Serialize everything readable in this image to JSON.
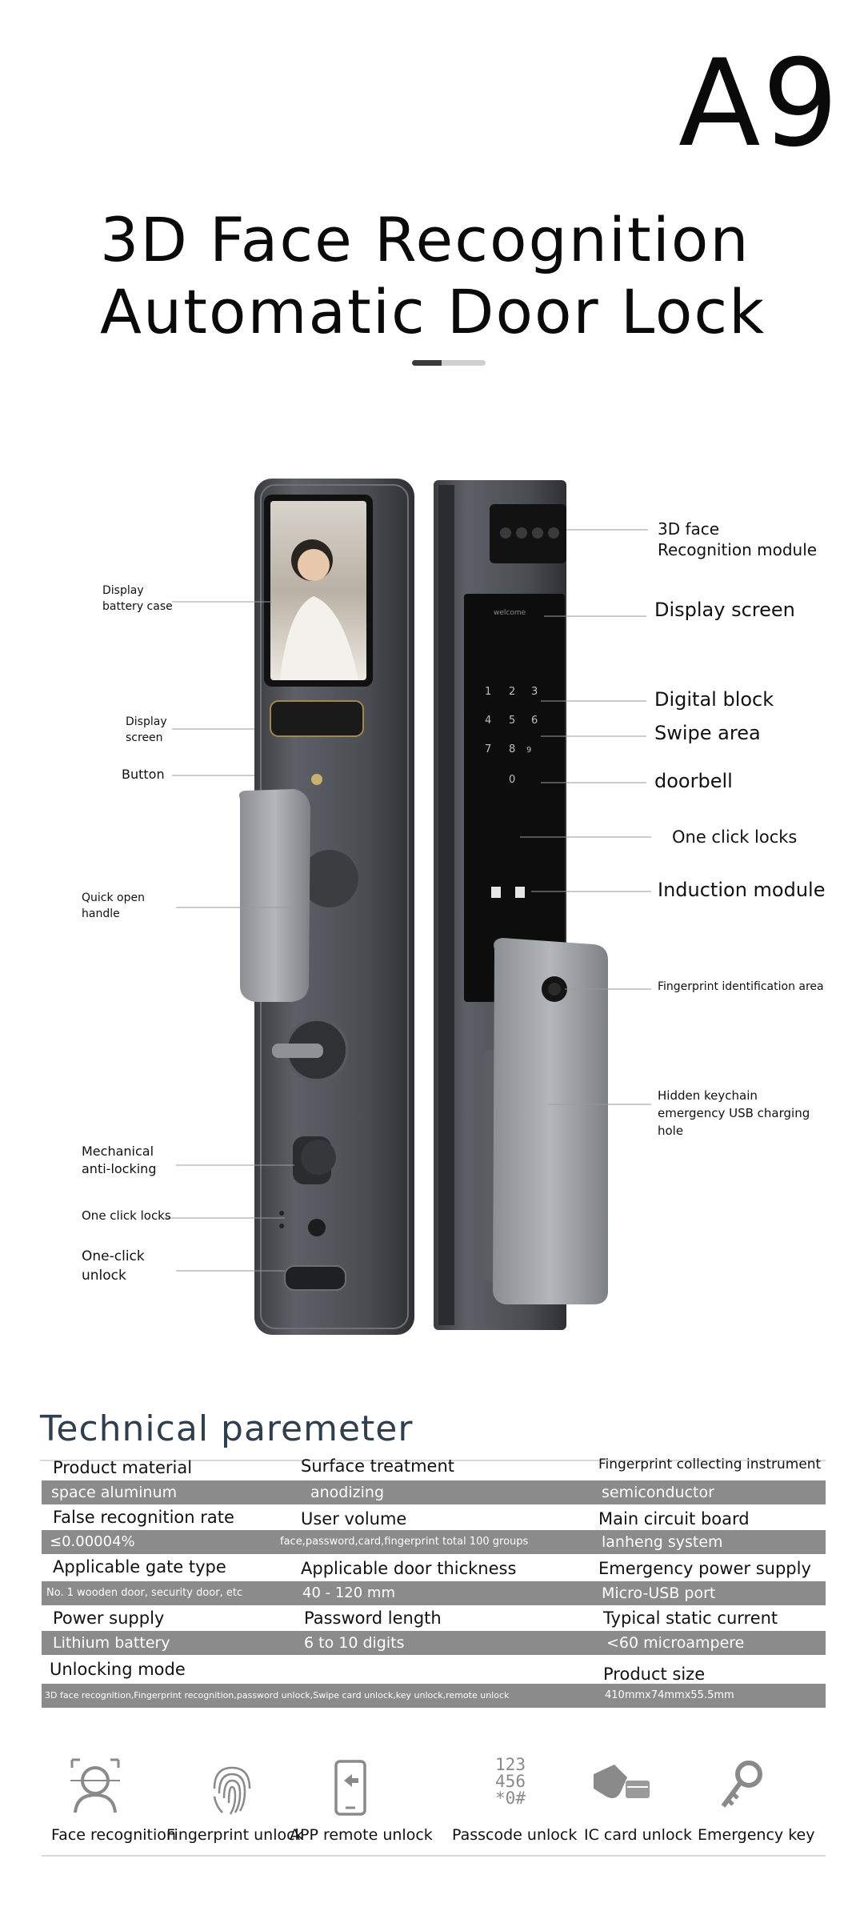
{
  "header": {
    "model": "A9",
    "title_line1": "3D Face Recognition",
    "title_line2": "Automatic Door Lock"
  },
  "screen": {
    "welcome_text": "welcome"
  },
  "keypad": {
    "keys": [
      "1",
      "2",
      "3",
      "4",
      "5",
      "6",
      "7",
      "8",
      "9",
      "0"
    ]
  },
  "left_callouts": {
    "display_battery_case": [
      "Display",
      "battery case"
    ],
    "display_screen": [
      "Display",
      "screen"
    ],
    "button": "Button",
    "quick_open_handle": [
      "Quick open",
      "handle"
    ],
    "mechanical_anti_locking": [
      "Mechanical",
      "anti-locking"
    ],
    "one_click_locks": "One click locks",
    "one_click_unlock": [
      "One-click",
      "unlock"
    ]
  },
  "right_callouts": {
    "face_module": [
      "3D face",
      "Recognition module"
    ],
    "display_screen": "Display screen",
    "digital_block": "Digital block",
    "swipe_area": "Swipe area",
    "doorbell": "doorbell",
    "one_click_locks": "One click locks",
    "induction_module": "Induction module",
    "fingerprint_area": "Fingerprint identification area",
    "hidden_keychain": [
      "Hidden keychain",
      "emergency USB charging",
      "hole"
    ]
  },
  "tech": {
    "title": "Technical paremeter",
    "rows": [
      {
        "labels": [
          "Product material",
          "Surface treatment",
          "Fingerprint collecting instrument"
        ],
        "values": [
          "space aluminum",
          "anodizing",
          "semiconductor"
        ]
      },
      {
        "labels": [
          "False recognition rate",
          "User volume",
          "Main circuit board"
        ],
        "values": [
          "≤0.00004%",
          "face,password,card,fingerprint total 100 groups",
          "lanheng system"
        ]
      },
      {
        "labels": [
          "Applicable gate type",
          "Applicable door thickness",
          "Emergency power supply"
        ],
        "values": [
          "No. 1 wooden door, security door, etc",
          "40 - 120 mm",
          "Micro-USB port"
        ]
      },
      {
        "labels": [
          "Power supply",
          "Password length",
          "Typical static current"
        ],
        "values": [
          "Lithium battery",
          "6 to 10 digits",
          "<60 microampere"
        ]
      },
      {
        "labels": [
          "Unlocking mode",
          "Product size"
        ],
        "values": [
          "3D face recognition,Fingerprint recognition,password unlock,Swipe card unlock,key unlock,remote unlock",
          "410mmx74mmx55.5mm"
        ]
      }
    ]
  },
  "features": [
    {
      "icon": "face-recognition-icon",
      "label": "Face recognition"
    },
    {
      "icon": "fingerprint-icon",
      "label": "Fingerprint unlock"
    },
    {
      "icon": "phone-app-icon",
      "label": "APP remote unlock"
    },
    {
      "icon": "passcode-keypad-icon",
      "label": "Passcode unlock",
      "keypad_text": [
        "123",
        "456",
        "*0#"
      ]
    },
    {
      "icon": "ic-card-icon",
      "label": "IC card unlock"
    },
    {
      "icon": "key-icon",
      "label": "Emergency key"
    }
  ],
  "colors": {
    "band": "#8b8b8b",
    "heading": "#2f3f4e",
    "lock_body": "#4a4d52"
  }
}
